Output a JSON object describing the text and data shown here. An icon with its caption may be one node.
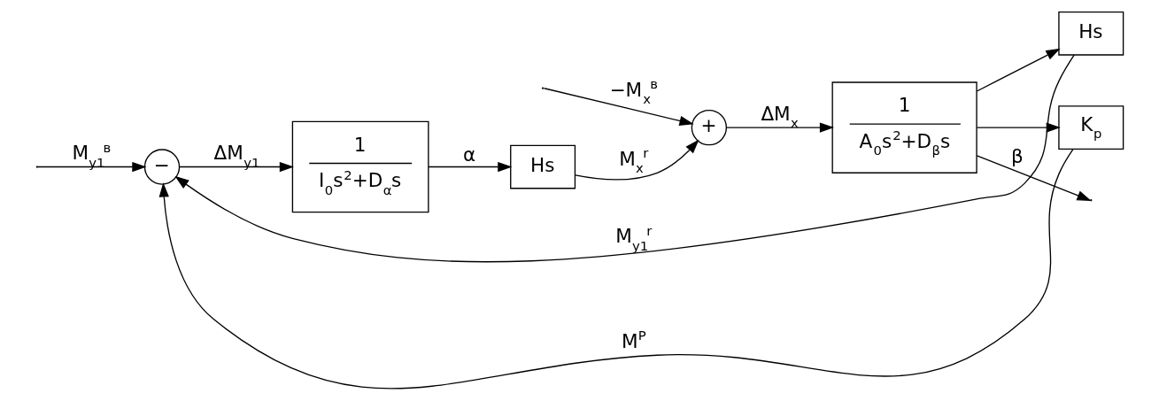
{
  "diagram": {
    "nodes": [
      {
        "text": [
          "−"
        ]
      },
      {
        "text": [
          "1",
          "I$_{0}$s$^{2}$+D$_{α}$s"
        ]
      },
      {
        "text": [
          "Hs"
        ]
      },
      {
        "text": [
          "+"
        ]
      },
      {
        "text": [
          "1",
          "A$_{0}$s$^{2}$+D$_{β}$s"
        ]
      },
      {
        "text": [
          "Hs"
        ]
      },
      {
        "text": [
          "K$_{p}$"
        ]
      }
    ],
    "edges": [
      {
        "from": null,
        "to": 0,
        "arrow": "to",
        "label": "M$_{y1}$$^{в}$"
      },
      {
        "from": 0,
        "to": 1,
        "arrow": "to",
        "label": "ΔM$_{y1}$"
      },
      {
        "from": 1,
        "to": 2,
        "arrow": "to",
        "label": "α"
      },
      {
        "from": 2,
        "to": 3,
        "arrow": "to",
        "label": "M$_{x}$$^{r}$"
      },
      {
        "from": null,
        "to": 3,
        "arrow": "to",
        "label": "−M$_{x}$$^{в}$"
      },
      {
        "from": 3,
        "to": 4,
        "arrow": "to",
        "label": "ΔM$_{x}$"
      },
      {
        "from": 4,
        "to": null,
        "arrow": "to",
        "label": "β"
      },
      {
        "from": 4,
        "to": 5,
        "arrow": "to"
      },
      {
        "from": 4,
        "to": 6,
        "arrow": "to"
      },
      {
        "from": 5,
        "to": 0,
        "arrow": "to",
        "label": "M$_{y1}$$^{r}$"
      },
      {
        "from": 6,
        "to": 0,
        "arrow": "to",
        "label": "M$^{P}$"
      }
    ]
  }
}
